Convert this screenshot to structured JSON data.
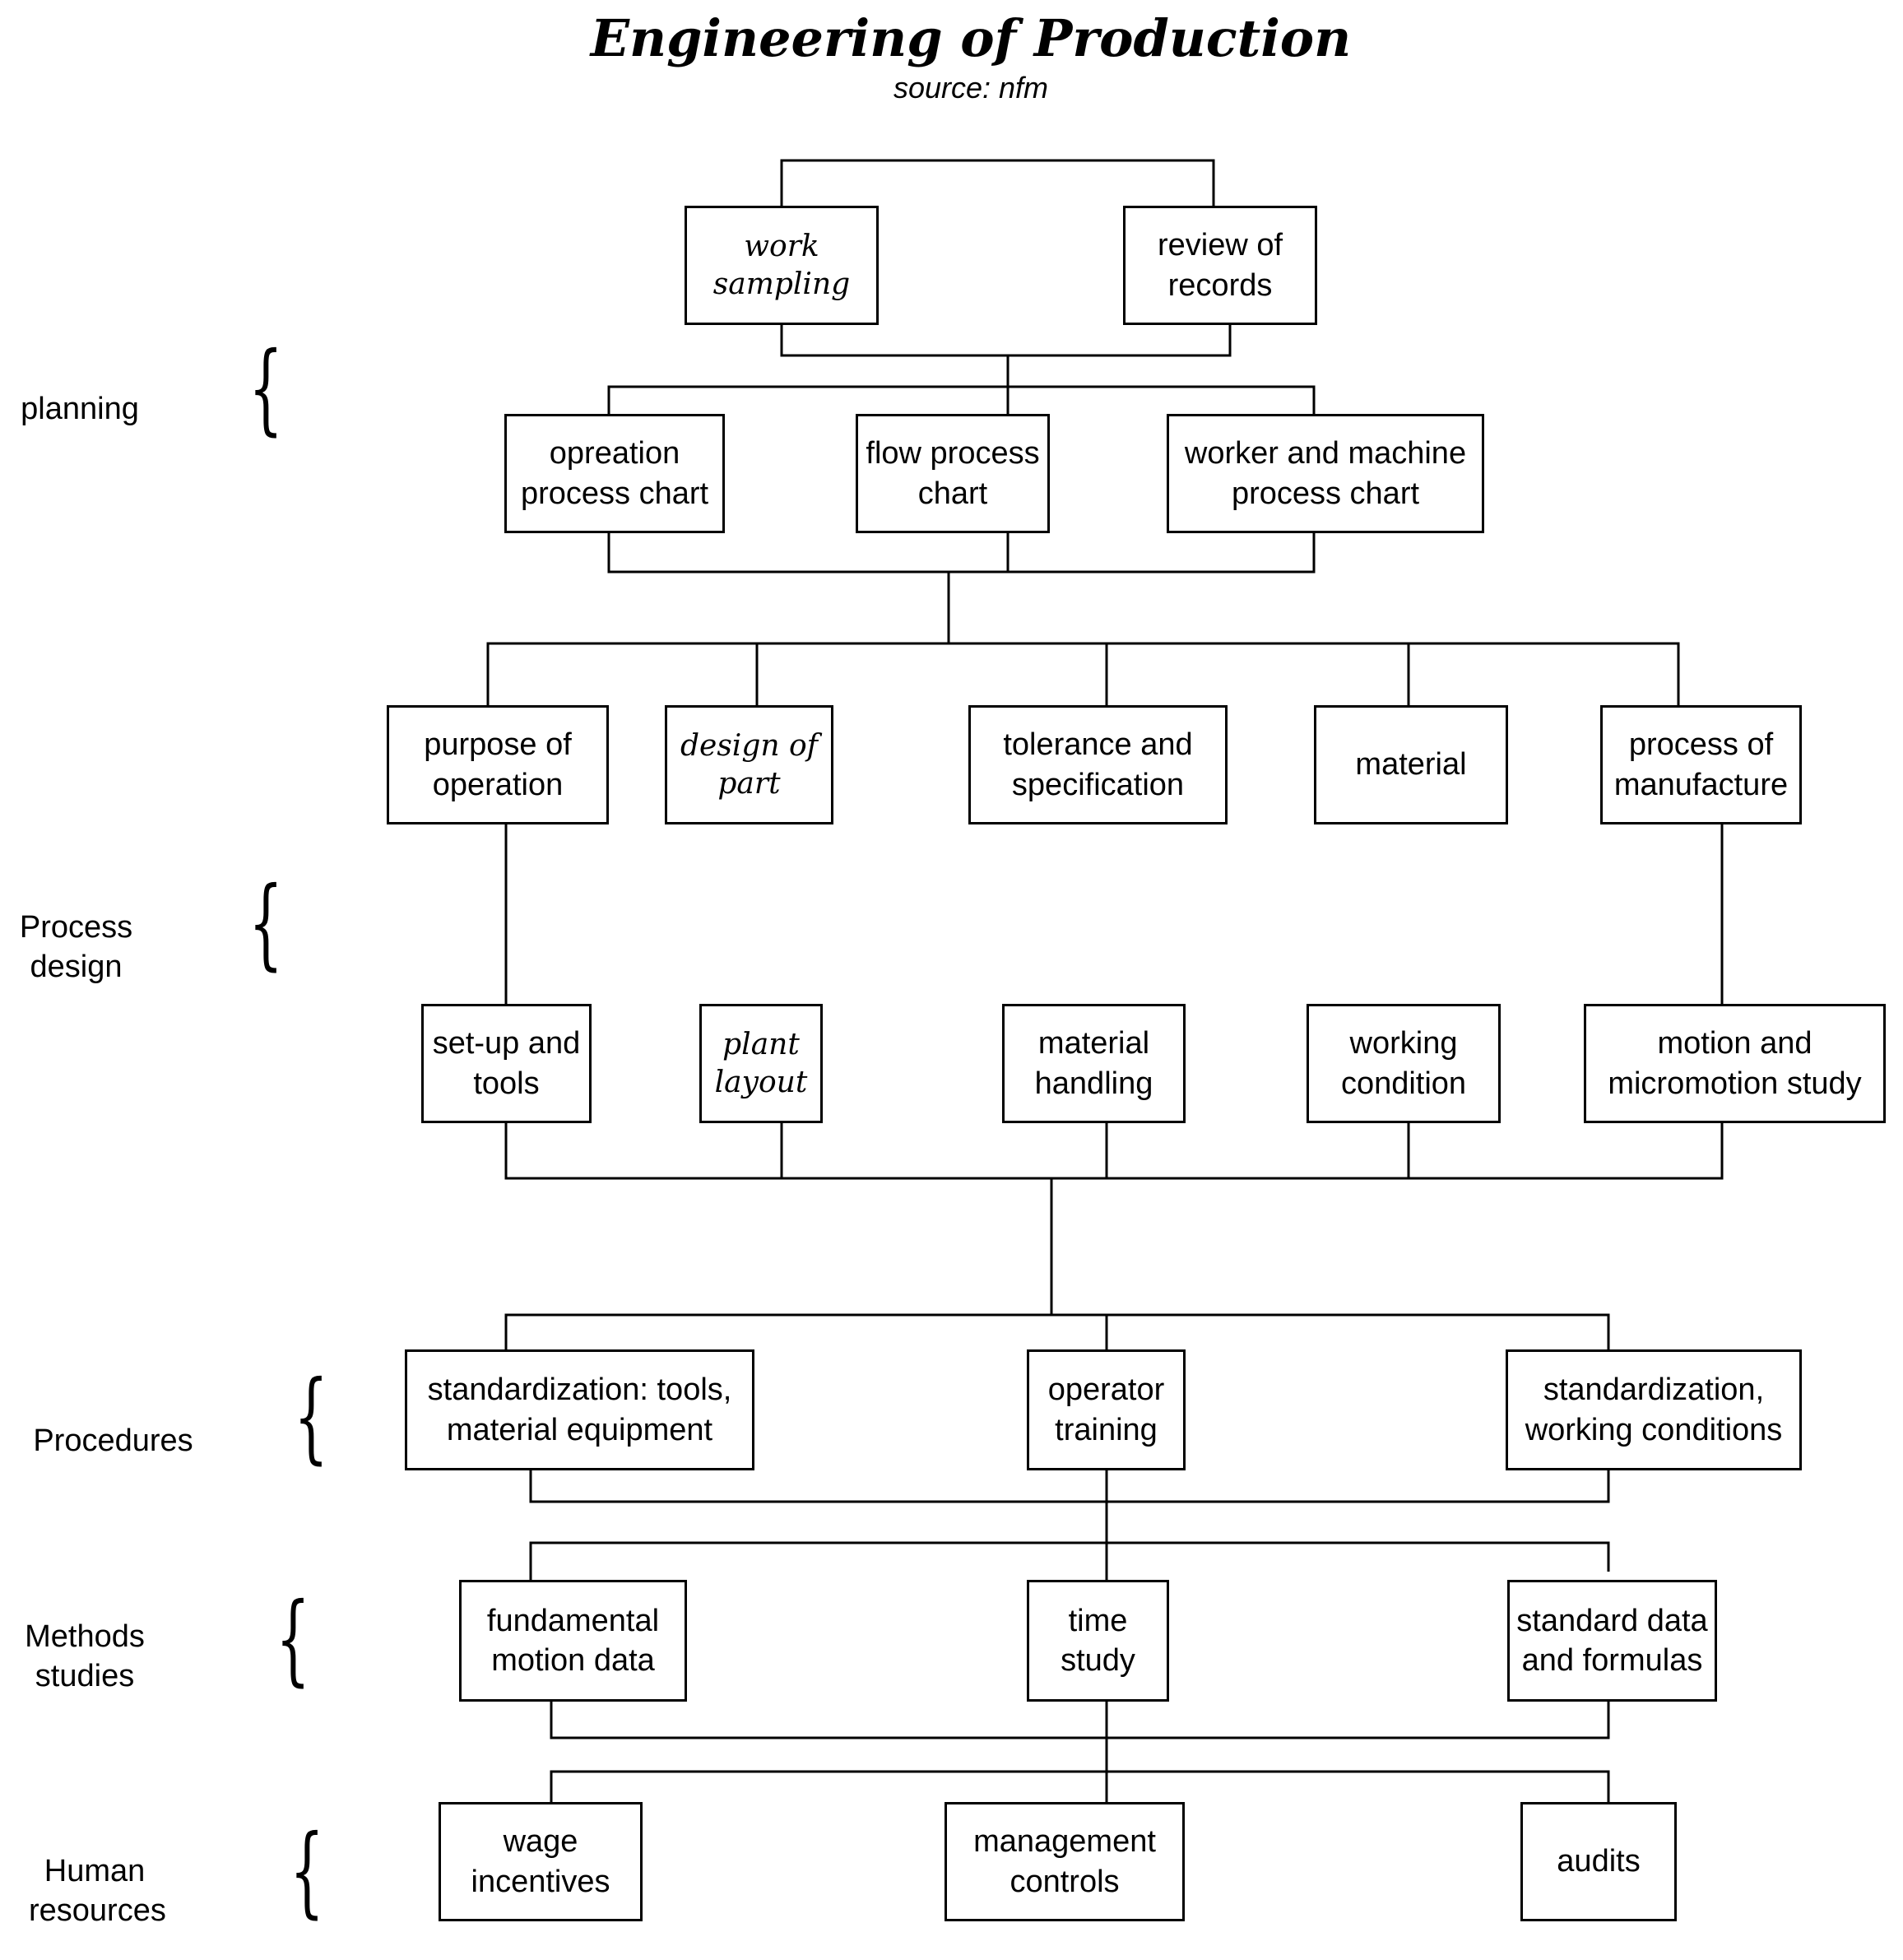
{
  "title": "Engineering of Production",
  "subtitle": "source: nfm",
  "sections": {
    "planning": "planning",
    "process_design": "Process\ndesign",
    "procedures": "Procedures",
    "methods_studies": "Methods\nstudies",
    "human_resources": "Human\nresources"
  },
  "brace_glyph": "{",
  "boxes": {
    "work_sampling": "work\nsampling",
    "review_of_records": "review of\nrecords",
    "operation_process_chart": "opreation\nprocess chart",
    "flow_process_chart": "flow process\nchart",
    "worker_machine_chart": "worker and machine\nprocess chart",
    "purpose_of_operation": "purpose of\noperation",
    "design_of_part": "design of\npart",
    "tolerance_specification": "tolerance and\nspecification",
    "material": "material",
    "process_of_manufacture": "process of\nmanufacture",
    "setup_tools": "set-up and\ntools",
    "plant_layout": "plant\nlayout",
    "material_handling": "material\nhandling",
    "working_condition": "working\ncondition",
    "motion_study": "motion and\nmicromotion study",
    "std_tools": "standardization: tools,\nmaterial equipment",
    "operator_training": "operator\ntraining",
    "std_working_conditions": "standardization,\nworking conditions",
    "fundamental_motion": "fundamental\nmotion data",
    "time_study": "time study",
    "standard_data": "standard data\nand formulas",
    "wage_incentives": "wage\nincentives",
    "management_controls": "management\ncontrols",
    "audits": "audits"
  }
}
